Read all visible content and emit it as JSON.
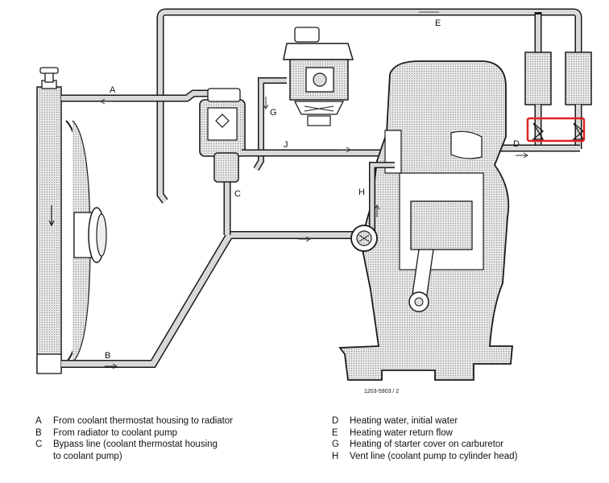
{
  "diagram": {
    "pipe_labels": {
      "A": "A",
      "B": "B",
      "C": "C",
      "D": "D",
      "E": "E",
      "G": "G",
      "H": "H",
      "J": "J"
    },
    "drawing_number": "1203-5903 / 2",
    "highlight_color": "#e02020",
    "pipe_fill_color": "#d9d9d9",
    "line_color": "#1a1a1a"
  },
  "legend": {
    "left": [
      {
        "key": "A",
        "text": "From coolant thermostat housing to radiator"
      },
      {
        "key": "B",
        "text": "From radiator to coolant pump"
      },
      {
        "key": "C",
        "text": "Bypass line (coolant thermostat housing\nto coolant pump)"
      }
    ],
    "right": [
      {
        "key": "D",
        "text": "Heating water, initial water"
      },
      {
        "key": "E",
        "text": "Heating water return flow"
      },
      {
        "key": "G",
        "text": "Heating of starter cover on carburetor"
      },
      {
        "key": "H",
        "text": "Vent line (coolant pump to cylinder head)"
      }
    ]
  }
}
